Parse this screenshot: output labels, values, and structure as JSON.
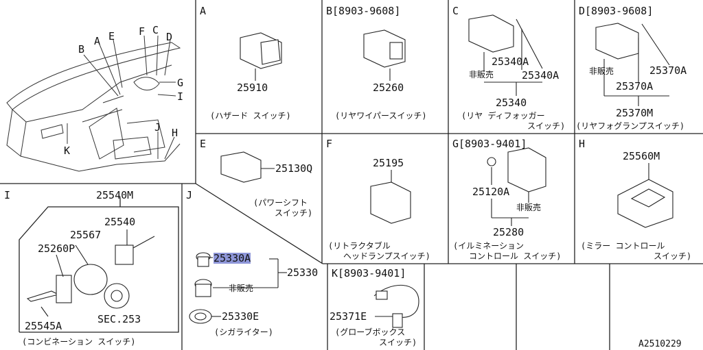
{
  "panels": {
    "A": {
      "letter": "A",
      "parts": [
        "25910"
      ],
      "caption": [
        "(ハザード スイッチ)"
      ]
    },
    "B": {
      "letter": "B[8903-9608]",
      "parts": [
        "25260"
      ],
      "caption": [
        "(リヤワイパースイッチ)"
      ]
    },
    "C": {
      "letter": "C",
      "parts": [
        "25340A",
        "25340A",
        "25340"
      ],
      "not_for_sale": "非販売",
      "caption": [
        "(リヤ ディフォッガー",
        "スイッチ)"
      ]
    },
    "D": {
      "letter": "D[8903-9608]",
      "parts": [
        "25370A",
        "25370A",
        "25370M"
      ],
      "not_for_sale": "非販売",
      "caption": [
        "(リヤフォグランプスイッチ)"
      ]
    },
    "E": {
      "letter": "E",
      "parts": [
        "25130Q"
      ],
      "caption": [
        "(パワーシフト",
        "スイッチ)"
      ]
    },
    "F": {
      "letter": "F",
      "parts": [
        "25195"
      ],
      "caption": [
        "(リトラクタブル",
        "ヘッドランプスイッチ)"
      ]
    },
    "G": {
      "letter": "G[8903-9401]",
      "parts": [
        "25120A",
        "25280"
      ],
      "not_for_sale": "非販売",
      "caption": [
        "(イルミネーション",
        "コントロール スイッチ)"
      ]
    },
    "H": {
      "letter": "H",
      "parts": [
        "25560M"
      ],
      "caption": [
        "(ミラー コントロール",
        "スイッチ)"
      ]
    },
    "I": {
      "letter": "I",
      "parts": [
        "25540M",
        "25540",
        "25567",
        "25260P",
        "25545A",
        "SEC.253"
      ],
      "caption": [
        "(コンビネーション スイッチ)"
      ]
    },
    "J": {
      "letter": "J",
      "parts": [
        "25330A",
        "25330",
        "25330E"
      ],
      "not_for_sale": "非販売",
      "caption": [
        "(シガライター)"
      ]
    },
    "K": {
      "letter": "K[8903-9401]",
      "parts": [
        "25371E"
      ],
      "caption": [
        "(グローブボックス",
        "スイッチ)"
      ]
    }
  },
  "overview_labels": [
    "B",
    "A",
    "E",
    "F",
    "C",
    "D",
    "G",
    "I",
    "J",
    "H",
    "K"
  ],
  "diagram_code": "A2510229"
}
